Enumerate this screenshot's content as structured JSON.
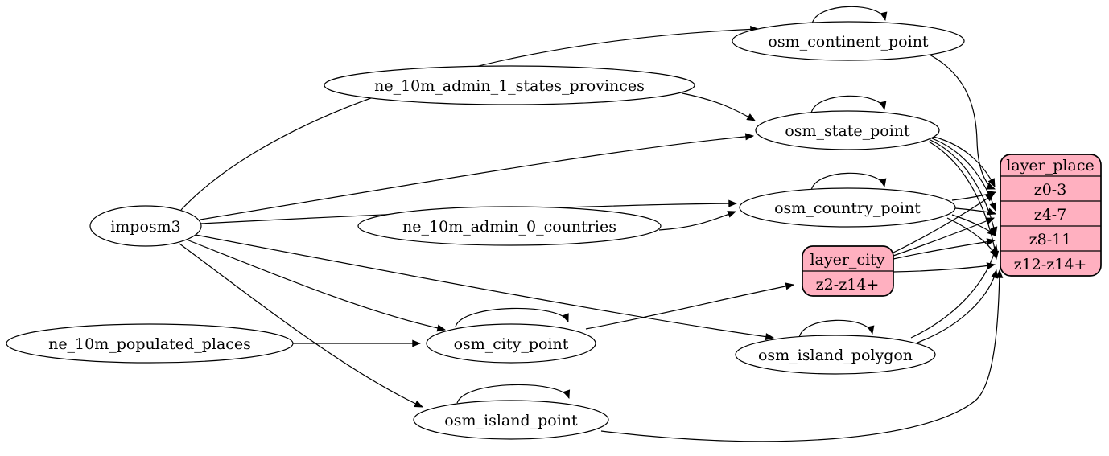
{
  "colors": {
    "background": "#ffffff",
    "node_fill": "#ffffff",
    "record_fill": "#ffb0c0",
    "stroke": "#000000"
  },
  "nodes": {
    "imposm3": {
      "label": "imposm3"
    },
    "ne_10m_admin_1_states_provinces": {
      "label": "ne_10m_admin_1_states_provinces"
    },
    "ne_10m_admin_0_countries": {
      "label": "ne_10m_admin_0_countries"
    },
    "ne_10m_populated_places": {
      "label": "ne_10m_populated_places"
    },
    "osm_continent_point": {
      "label": "osm_continent_point"
    },
    "osm_state_point": {
      "label": "osm_state_point"
    },
    "osm_country_point": {
      "label": "osm_country_point"
    },
    "osm_city_point": {
      "label": "osm_city_point"
    },
    "osm_island_polygon": {
      "label": "osm_island_polygon"
    },
    "osm_island_point": {
      "label": "osm_island_point"
    },
    "layer_place": {
      "title": "layer_place",
      "rows": [
        "z0-3",
        "z4-7",
        "z8-11",
        "z12-z14+"
      ]
    },
    "layer_city": {
      "title": "layer_city",
      "rows": [
        "z2-z14+"
      ]
    }
  },
  "edges": [
    {
      "from": "imposm3",
      "to": "osm_continent_point"
    },
    {
      "from": "imposm3",
      "to": "osm_state_point"
    },
    {
      "from": "imposm3",
      "to": "osm_country_point"
    },
    {
      "from": "imposm3",
      "to": "osm_city_point"
    },
    {
      "from": "imposm3",
      "to": "osm_island_polygon"
    },
    {
      "from": "imposm3",
      "to": "osm_island_point"
    },
    {
      "from": "ne_10m_admin_1_states_provinces",
      "to": "osm_state_point"
    },
    {
      "from": "ne_10m_admin_0_countries",
      "to": "osm_country_point"
    },
    {
      "from": "ne_10m_populated_places",
      "to": "osm_city_point"
    },
    {
      "from": "osm_continent_point",
      "to": "osm_continent_point"
    },
    {
      "from": "osm_state_point",
      "to": "osm_state_point"
    },
    {
      "from": "osm_country_point",
      "to": "osm_country_point"
    },
    {
      "from": "osm_city_point",
      "to": "osm_city_point"
    },
    {
      "from": "osm_island_polygon",
      "to": "osm_island_polygon"
    },
    {
      "from": "osm_island_point",
      "to": "osm_island_point"
    },
    {
      "from": "osm_city_point",
      "to": "layer_city",
      "port": "z2-z14+"
    },
    {
      "from": "osm_continent_point",
      "to": "layer_place",
      "port": "z0-3"
    },
    {
      "from": "osm_state_point",
      "to": "layer_place",
      "port": "z0-3"
    },
    {
      "from": "osm_state_point",
      "to": "layer_place",
      "port": "z4-7"
    },
    {
      "from": "osm_state_point",
      "to": "layer_place",
      "port": "z8-11"
    },
    {
      "from": "osm_state_point",
      "to": "layer_place",
      "port": "z12-z14+"
    },
    {
      "from": "osm_country_point",
      "to": "layer_place",
      "port": "z0-3"
    },
    {
      "from": "osm_country_point",
      "to": "layer_place",
      "port": "z4-7"
    },
    {
      "from": "osm_country_point",
      "to": "layer_place",
      "port": "z8-11"
    },
    {
      "from": "osm_country_point",
      "to": "layer_place",
      "port": "z12-z14+"
    },
    {
      "from": "layer_city",
      "to": "layer_place",
      "port": "z0-3"
    },
    {
      "from": "layer_city",
      "to": "layer_place",
      "port": "z4-7"
    },
    {
      "from": "layer_city",
      "to": "layer_place",
      "port": "z8-11"
    },
    {
      "from": "layer_city",
      "to": "layer_place",
      "port": "z12-z14+"
    },
    {
      "from": "osm_island_polygon",
      "to": "layer_place",
      "port": "z8-11"
    },
    {
      "from": "osm_island_polygon",
      "to": "layer_place",
      "port": "z12-z14+"
    },
    {
      "from": "osm_island_point",
      "to": "layer_place",
      "port": "z12-z14+"
    }
  ]
}
